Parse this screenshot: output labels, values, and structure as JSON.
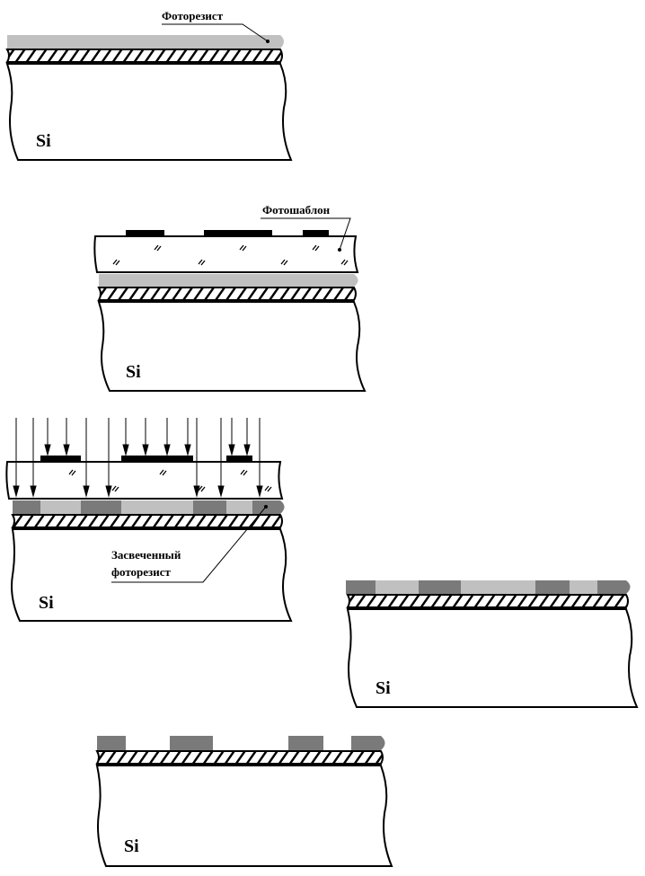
{
  "labels": {
    "photoresist": "Фоторезист",
    "photomask": "Фотошаблон",
    "exposed_line1": "Засвеченный",
    "exposed_line2": "фоторезист",
    "si": "Si"
  },
  "colors": {
    "resist": "#c0c0c0",
    "exposed_resist": "#7a7a7a",
    "mask_pattern": "#000000",
    "outline": "#000000",
    "background": "#ffffff"
  }
}
